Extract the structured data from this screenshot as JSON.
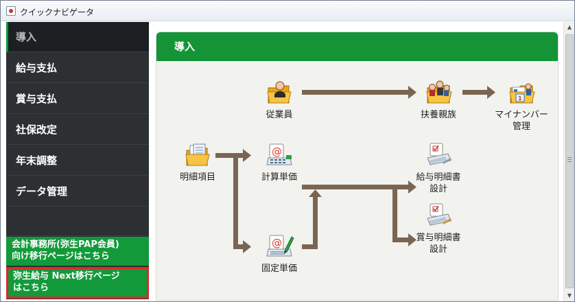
{
  "window": {
    "title": "クイックナビゲータ"
  },
  "sidebar": {
    "items": [
      {
        "label": "導入"
      },
      {
        "label": "給与支払"
      },
      {
        "label": "賞与支払"
      },
      {
        "label": "社保改定"
      },
      {
        "label": "年末調整"
      },
      {
        "label": "データ管理"
      }
    ],
    "links": [
      {
        "line1": "会計事務所(弥生PAP会員)",
        "line2": "向け移行ページはこちら"
      },
      {
        "line1": "弥生給与 Next移行ページ",
        "line2": "はこちら"
      }
    ]
  },
  "panel": {
    "title": "導入",
    "nodes": {
      "employee": {
        "label": "従業員",
        "icon": "folder-person-icon"
      },
      "dependents": {
        "label": "扶養親族",
        "icon": "folder-family-icon"
      },
      "mynumber": {
        "line1": "マイナンバー",
        "line2": "管理",
        "icon": "folder-id-card-icon"
      },
      "items": {
        "label": "明細項目",
        "icon": "folder-document-icon"
      },
      "unit": {
        "label": "計算単価",
        "icon": "calculator-icon"
      },
      "fixed": {
        "label": "固定単価",
        "icon": "pencil-form-icon"
      },
      "payslip": {
        "line1": "給与明細書",
        "line2": "設計",
        "icon": "slip-design-icon"
      },
      "bonusslip": {
        "line1": "賞与明細書",
        "line2": "設計",
        "icon": "slip-design-icon"
      }
    }
  },
  "colors": {
    "accent_green": "#149437",
    "sidebar_bg": "#2d3033",
    "arrow": "#7a6553",
    "highlight_border": "#e0282e"
  }
}
